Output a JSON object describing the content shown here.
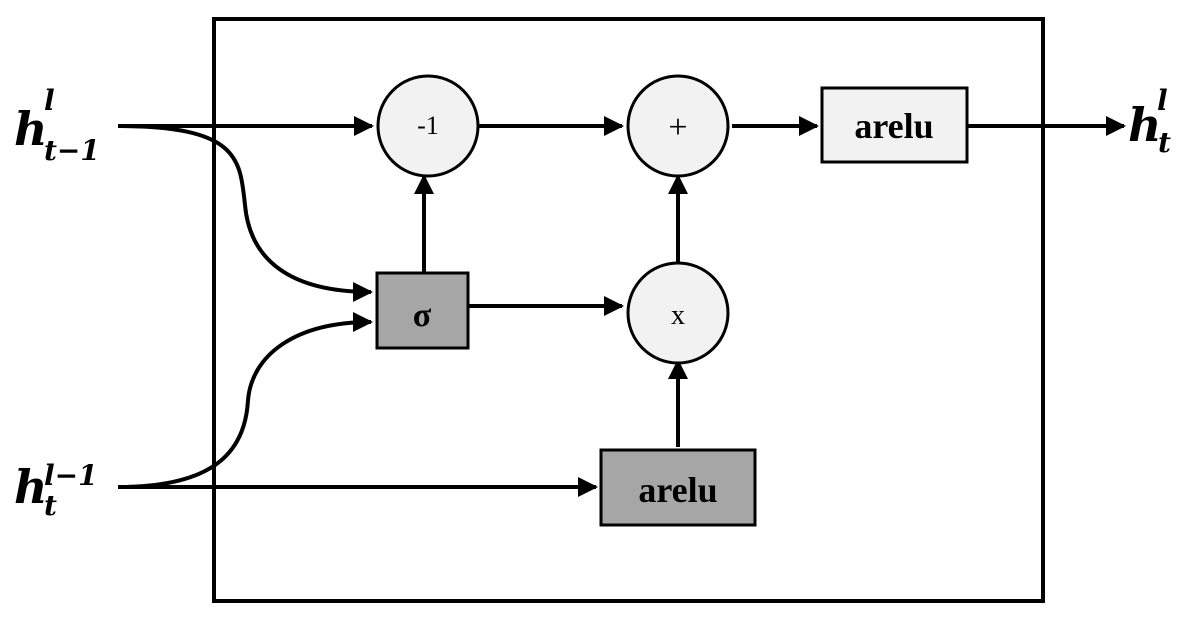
{
  "colors": {
    "stroke": "#000000",
    "circle_fill": "#f2f2f2",
    "light_box_fill": "#f2f2f2",
    "dark_box_fill": "#a6a6a6",
    "background": "#ffffff"
  },
  "inputs": {
    "h_prev_time": {
      "base": "h",
      "superscript": "l",
      "subscript": "t−1"
    },
    "h_prev_layer": {
      "base": "h",
      "superscript": "l−1",
      "subscript": "t"
    }
  },
  "output": {
    "base": "h",
    "superscript": "l",
    "subscript": "t"
  },
  "nodes": {
    "neg_one": "-1",
    "plus": "+",
    "multiply": "x",
    "sigma": "σ",
    "arelu_top": "arelu",
    "arelu_bottom": "arelu"
  }
}
